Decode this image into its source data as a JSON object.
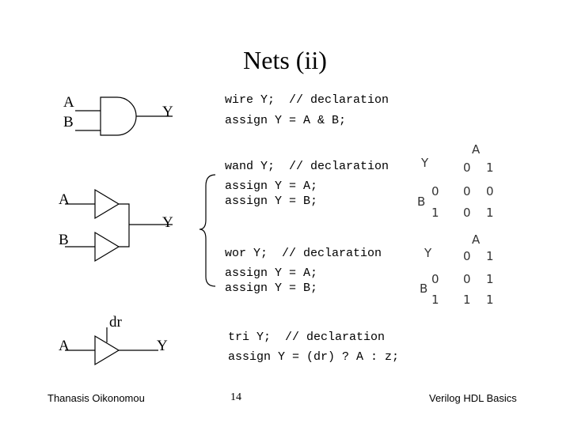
{
  "slide": {
    "title": "Nets (ii)",
    "footer_author": "Thanasis Oikonomou",
    "page_number": "14",
    "footer_course": "Verilog HDL Basics"
  },
  "and_gate": {
    "input_a": "A",
    "input_b": "B",
    "output": "Y"
  },
  "wired_buffers": {
    "input_a": "A",
    "input_b": "B",
    "output": "Y"
  },
  "tri_buffer": {
    "input": "A",
    "control": "dr",
    "output": "Y"
  },
  "code": {
    "wire": [
      "wire Y;  // declaration",
      "assign Y = A & B;"
    ],
    "wand": [
      "wand Y;  // declaration",
      "assign Y = A;",
      "assign Y = B;"
    ],
    "wor": [
      "wor Y;  // declaration",
      "assign Y = A;",
      "assign Y = B;"
    ],
    "tri": [
      "tri Y;  // declaration",
      "assign Y = (dr) ? A : z;"
    ]
  },
  "truth_tables": {
    "wand": {
      "output_label": "Y",
      "col_label": "A",
      "row_label": "B",
      "col_headers": [
        "0",
        "1"
      ],
      "rows": [
        {
          "header": "0",
          "cells": [
            "0",
            "0"
          ]
        },
        {
          "header": "1",
          "cells": [
            "0",
            "1"
          ]
        }
      ]
    },
    "wor": {
      "output_label": "Y",
      "col_label": "A",
      "row_label": "B",
      "col_headers": [
        "0",
        "1"
      ],
      "rows": [
        {
          "header": "0",
          "cells": [
            "0",
            "1"
          ]
        },
        {
          "header": "1",
          "cells": [
            "1",
            "1"
          ]
        }
      ]
    }
  }
}
